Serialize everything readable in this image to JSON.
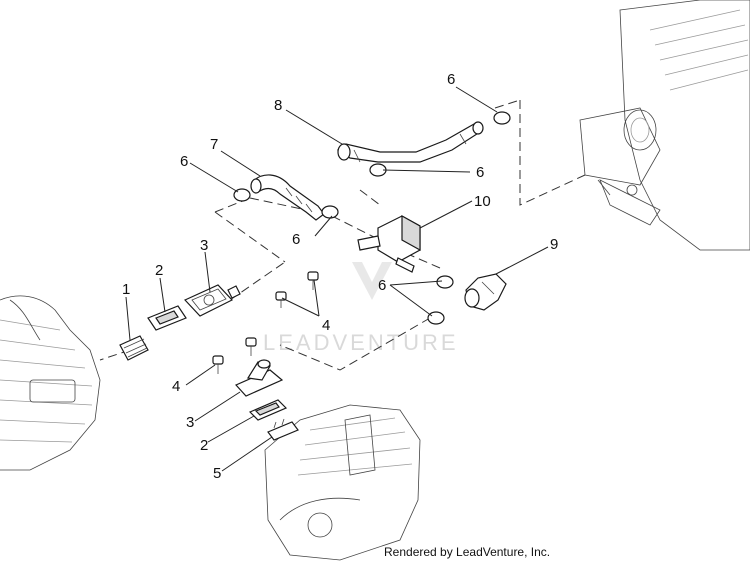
{
  "watermark": "LEADVENTURE",
  "footer": "Rendered by LeadVenture, Inc.",
  "callouts": {
    "c1": "1",
    "c2a": "2",
    "c2b": "2",
    "c3a": "3",
    "c3b": "3",
    "c4a": "4",
    "c4b": "4",
    "c5": "5",
    "c6a": "6",
    "c6b": "6",
    "c6c": "6",
    "c6d": "6",
    "c7": "7",
    "c8": "8",
    "c9": "9",
    "c10": "10"
  }
}
